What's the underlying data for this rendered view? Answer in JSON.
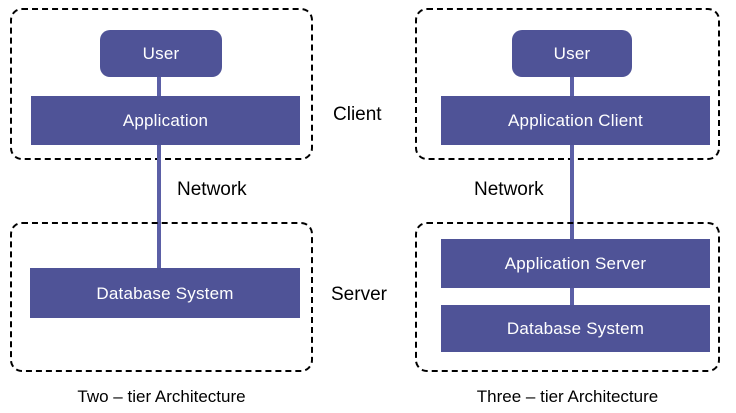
{
  "diagram": {
    "title_left": "Two – tier Architecture",
    "title_right": "Three – tier Architecture",
    "colors": {
      "node_fill": "#4F5397",
      "node_text": "#FFFFFF",
      "connector": "#5B5FA6",
      "border": "#000000",
      "background": "#FFFFFF"
    }
  },
  "tier_labels": {
    "client": "Client",
    "server": "Server",
    "network_left": "Network",
    "network_right": "Network"
  },
  "left_diagram": {
    "caption": "Two – tier Architecture",
    "client_tier": {
      "nodes": [
        {
          "label": "User",
          "shape": "rounded"
        },
        {
          "label": "Application",
          "shape": "bar"
        }
      ]
    },
    "server_tier": {
      "nodes": [
        {
          "label": "Database System",
          "shape": "bar"
        }
      ]
    }
  },
  "right_diagram": {
    "caption": "Three – tier Architecture",
    "client_tier": {
      "nodes": [
        {
          "label": "User",
          "shape": "rounded"
        },
        {
          "label": "Application Client",
          "shape": "bar"
        }
      ]
    },
    "server_tier": {
      "nodes": [
        {
          "label": "Application Server",
          "shape": "bar"
        },
        {
          "label": "Database System",
          "shape": "bar"
        }
      ]
    }
  }
}
